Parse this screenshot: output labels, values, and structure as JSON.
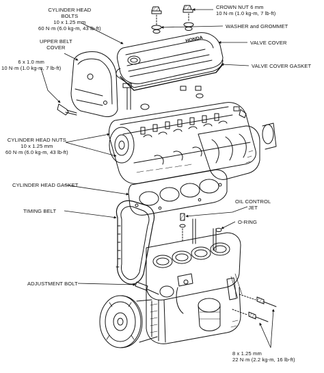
{
  "labels": {
    "cylinder_head_bolts": [
      "CYLINDER HEAD",
      "BOLTS",
      "10 x 1.25 mm",
      "60 N·m (6.0 kg-m, 43 lb-ft)"
    ],
    "upper_belt_cover": [
      "UPPER BELT",
      "COVER"
    ],
    "cover_bolt": [
      "6 x 1.0 mm",
      "10 N·m (1.0 kg-m, 7 lb-ft)"
    ],
    "crown_nut": [
      "CROWN NUT 6 mm",
      "10 N·m (1.0 kg-m, 7 lb-ft)"
    ],
    "washer_grommet": "WASHER and GROMMET",
    "valve_cover": "VALVE COVER",
    "valve_cover_gasket": "VALVE COVER GASKET",
    "cylinder_head_nuts": [
      "CYLINDER HEAD NUTS",
      "10 x 1.25 mm",
      "60 N·m (6.0 kg-m, 43 lb-ft)"
    ],
    "cylinder_head_gasket": "CYLINDER HEAD GASKET",
    "timing_belt": "TIMING BELT",
    "oil_control_jet": [
      "OIL CONTROL",
      "JET"
    ],
    "o_ring": "O-RING",
    "adjustment_bolt": "ADJUSTMENT BOLT",
    "bottom_bolt": [
      "8 x 1.25 mm",
      "22 N·m (2.2 kg-m, 16 lb-ft)"
    ]
  },
  "valve_cover_text": "HONDA"
}
